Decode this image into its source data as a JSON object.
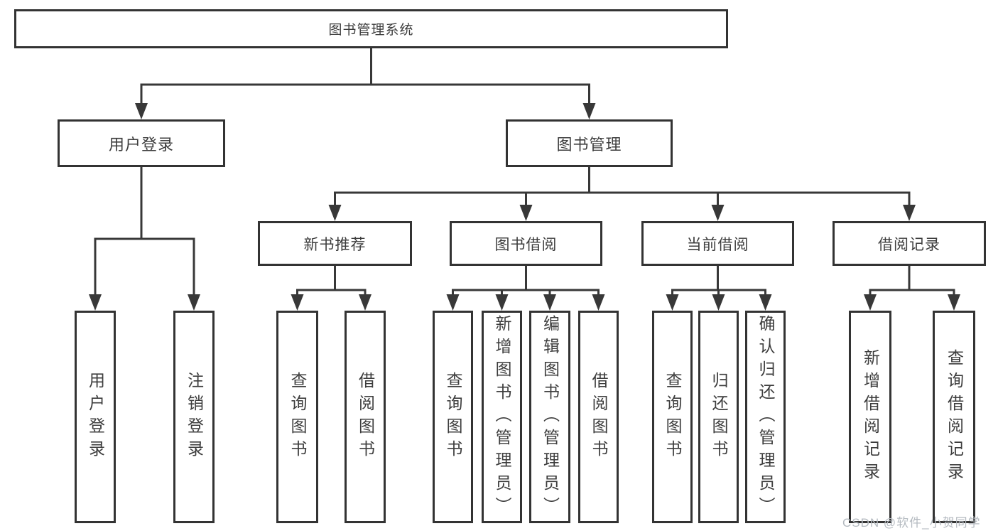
{
  "nodes": {
    "root": "图书管理系统",
    "user_login": "用户登录",
    "book_mgmt": "图书管理",
    "new_books": "新书推荐",
    "book_borrow": "图书借阅",
    "current_borrow": "当前借阅",
    "borrow_records": "借阅记录",
    "leaves": {
      "user": [
        "用户登录",
        "注销登录"
      ],
      "new_books": [
        "查询图书",
        "借阅图书"
      ],
      "book_borrow": [
        "查询图书",
        "新增图书（管理员）",
        "编辑图书（管理员）",
        "借阅图书"
      ],
      "current_borrow": [
        "查询图书",
        "归还图书",
        "确认归还（管理员）"
      ],
      "borrow_records": [
        "新增借阅记录",
        "查询借阅记录"
      ]
    }
  },
  "watermark": "CSDN @软件_小贺同学",
  "colors": {
    "line": "#383838",
    "border": "#333333",
    "text": "#3d3d3d",
    "watermark": "#b4bac0",
    "background": "#ffffff"
  }
}
